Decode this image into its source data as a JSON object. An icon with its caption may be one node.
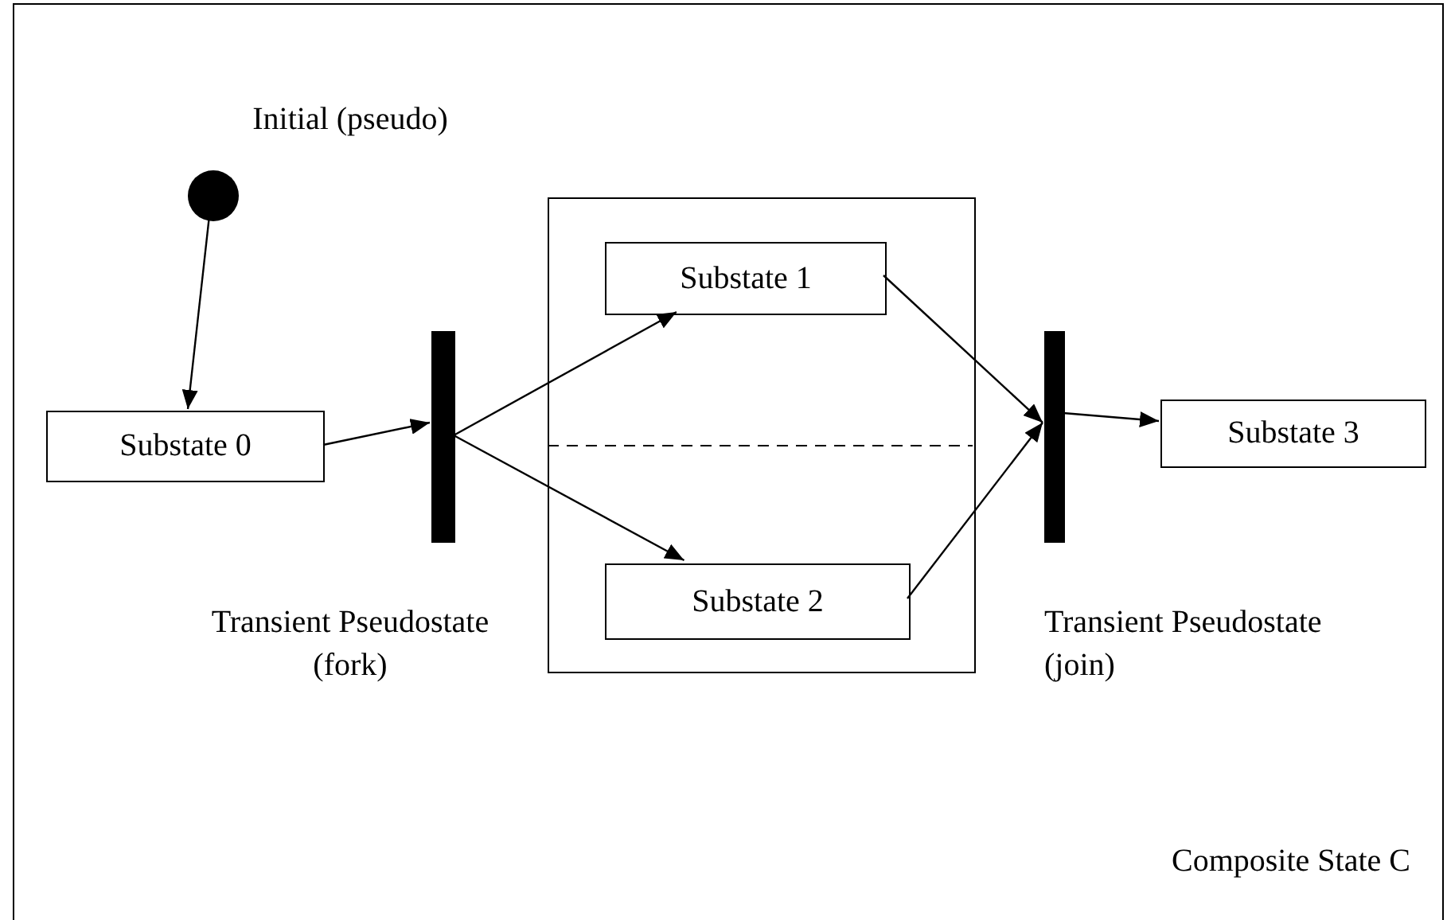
{
  "diagram": {
    "nodes": [
      {
        "text": [
          "Composite State C"
        ]
      },
      {
        "text": [],
        "shape": "circle",
        "in": 0,
        "beside": [
          "Initial (pseudo)"
        ]
      },
      {
        "text": [
          "Substate 0"
        ],
        "in": 0
      },
      {
        "text": [],
        "shape": "bar",
        "in": 0,
        "beside": [
          "Transient Pseudostate (fork)"
        ]
      },
      {
        "text": [],
        "shape": "box",
        "in": 0
      },
      {
        "text": [
          "Substate 1"
        ],
        "in": 4
      },
      {
        "text": [
          "Substate 2"
        ],
        "in": 4
      },
      {
        "text": [],
        "shape": "bar",
        "in": 0,
        "beside": [
          "Transient Pseudostate (join)"
        ]
      },
      {
        "text": [
          "Substate 3"
        ],
        "in": 0
      }
    ],
    "edges": [
      {
        "from": 1,
        "to": 2,
        "arrow": "to"
      },
      {
        "from": 2,
        "to": 3,
        "arrow": "to"
      },
      {
        "from": 3,
        "to": 5,
        "arrow": "to"
      },
      {
        "from": 3,
        "to": 6,
        "arrow": "to"
      },
      {
        "from": 5,
        "to": 7,
        "arrow": "to"
      },
      {
        "from": 6,
        "to": 7,
        "arrow": "to"
      },
      {
        "from": 7,
        "to": 8,
        "arrow": "to"
      }
    ]
  }
}
